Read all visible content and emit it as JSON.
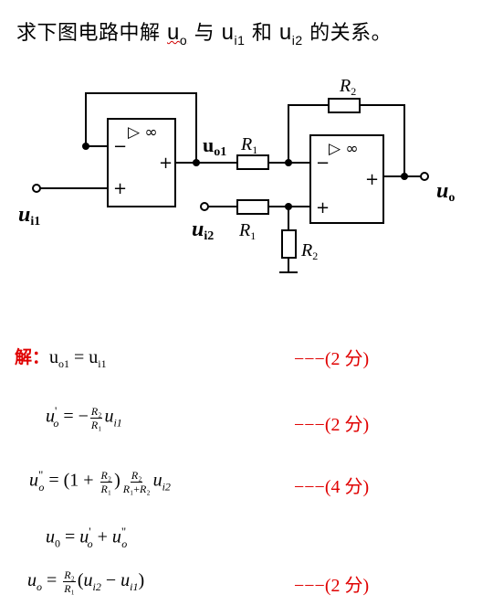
{
  "question": {
    "prefix": "求下图电路中解 ",
    "uo_var": "u",
    "uo_sub": "o",
    "middle": " 与 ",
    "ui1_var": "u",
    "ui1_sub": "i1",
    "and": " 和 ",
    "ui2_var": "u",
    "ui2_sub": "i2",
    "suffix": "  的关系。"
  },
  "circuit": {
    "opamp_symbol": "▷ ∞",
    "minus": "−",
    "plus": "+",
    "R1": "R",
    "R1_sub": "1",
    "R2": "R",
    "R2_sub": "2",
    "uo1": "u",
    "uo1_sub": "o1",
    "ui1": "u",
    "ui1_sub": "i1",
    "ui2": "u",
    "ui2_sub": "i2",
    "uo": "u",
    "uo_sub": "o"
  },
  "solution": {
    "label": "解：",
    "line1": "u",
    "line1_sub": "o1",
    "line1_eq": " = u",
    "line1_sub2": "i1",
    "score1": "−−−(2 分)",
    "score2": "−−−(2 分)",
    "score3": "−−−(4 分)",
    "score4": "−−−(2 分)"
  }
}
